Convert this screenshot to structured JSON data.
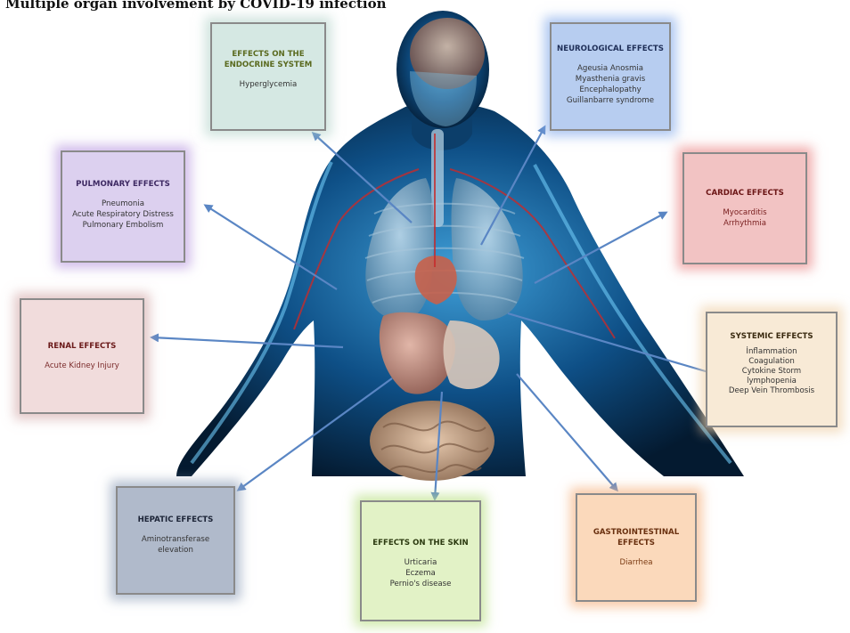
{
  "caption": "Multiple organ involvement by COVID-19 infection",
  "colors": {
    "body_highlight": "#4fb8ee",
    "body_shadow": "#062036",
    "arrow": "#5a86c4"
  },
  "boxes": {
    "endocrine": {
      "title_lines": [
        "EFFECTS ON THE",
        "ENDOCRINE SYSTEM"
      ],
      "items": [
        "Hyperglycemia"
      ],
      "color": "#d5e8e3"
    },
    "neurological": {
      "title_lines": [
        "NEUROLOGICAL EFFECTS"
      ],
      "items": [
        "Ageusia Anosmia",
        "Myasthenia gravis",
        "Encephalopathy",
        "Guillanbarre syndrome"
      ],
      "color": "#b7cdf0"
    },
    "pulmonary": {
      "title_lines": [
        "PULMONARY EFFECTS"
      ],
      "items": [
        "Pneumonia",
        "Acute Respiratory Distress",
        "Pulmonary Embolism"
      ],
      "color": "#dcd0ef"
    },
    "cardiac": {
      "title_lines": [
        "CARDIAC EFFECTS"
      ],
      "items": [
        "Myocarditis",
        "Arrhythmia"
      ],
      "color": "#f2c3c3"
    },
    "renal": {
      "title_lines": [
        "RENAL EFFECTS"
      ],
      "items": [
        "Acute Kidney Injury"
      ],
      "color": "#f1dcdc"
    },
    "systemic": {
      "title_lines": [
        "SYSTEMIC EFFECTS"
      ],
      "items": [
        "İnflammation",
        "Coagulation",
        "Cytokine Storm",
        "lymphopenia",
        "Deep Vein Thrombosis"
      ],
      "color": "#f8ead6"
    },
    "hepatic": {
      "title_lines": [
        "HEPATIC EFFECTS"
      ],
      "items": [
        "Aminotransferase",
        "elevation"
      ],
      "color": "#b0bacb"
    },
    "skin": {
      "title_lines": [
        "EFFECTS ON THE SKIN"
      ],
      "items": [
        "Urticaria",
        "Eczema",
        "Pernio's disease"
      ],
      "color": "#e2f2c6"
    },
    "gastrointestinal": {
      "title_lines": [
        "GASTROINTESTINAL",
        "EFFECTS"
      ],
      "items": [
        "Diarrhea"
      ],
      "color": "#fbd9bb"
    }
  }
}
